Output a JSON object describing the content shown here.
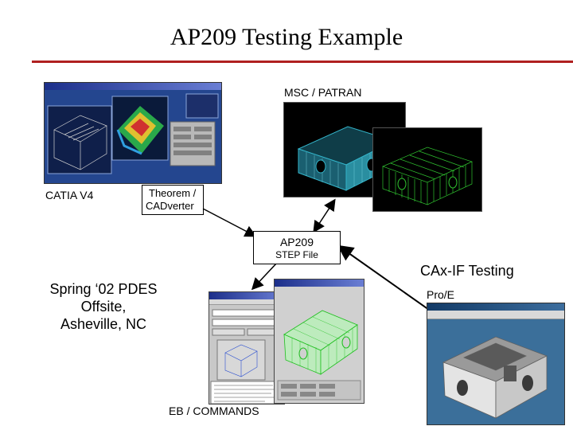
{
  "slide": {
    "title": "AP209 Testing Example"
  },
  "labels": {
    "msc_patran": "MSC / PATRAN",
    "catia": "CATIA V4",
    "theorem_line1": "Theorem /",
    "theorem_line2": "CADverter",
    "ap209": "AP209",
    "step_file": "STEP File",
    "caxif": "CAx-IF Testing",
    "proe": "Pro/E",
    "spring_line1": "Spring ‘02 PDES",
    "spring_line2": "Offsite,",
    "spring_line3": "Asheville, NC",
    "eb_commands": "EB / COMMANDS"
  },
  "colors": {
    "title_rule": "#b02020",
    "catia_bg": "#2b4fa0",
    "patran_bg": "#000000",
    "patran_mesh_cyan": "#33b3c8",
    "patran_mesh_green": "#2fc02f",
    "eb_bg": "#c8c8c8",
    "proe_bg": "#3b6f9a"
  },
  "icons": [
    "arrow-theorem-to-ap209",
    "arrow-ap209-to-patran",
    "arrow-ap209-to-eb",
    "arrow-ap209-to-proe"
  ]
}
